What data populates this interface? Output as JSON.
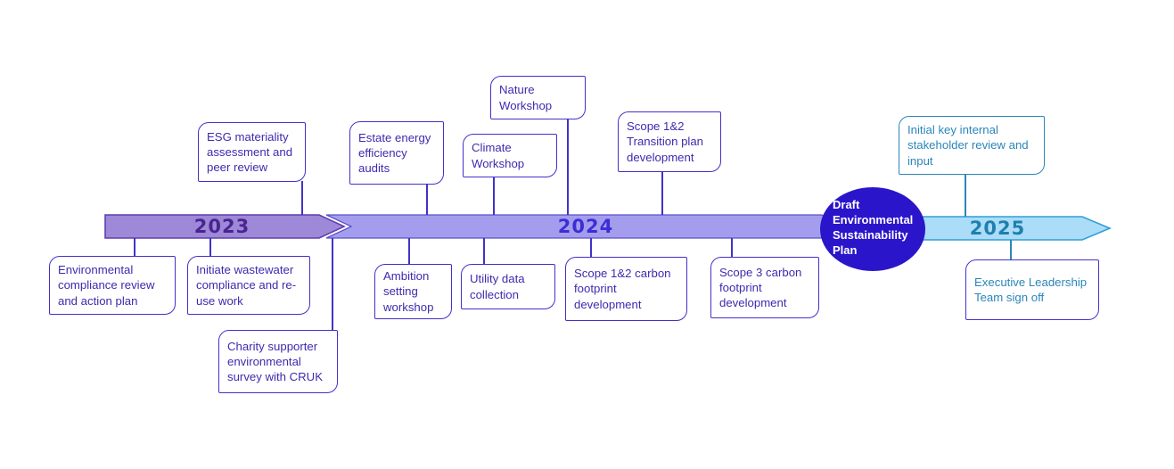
{
  "colors": {
    "background": "#ffffff",
    "indigo_border": "#4231c8",
    "indigo_text": "#3d2bae",
    "teal": "#2b86b8",
    "violet_border": "#4a2fd0",
    "bar_2023_fill": "#9e88d8",
    "bar_2023_border": "#5d3fae",
    "year_2023_text": "#4a2490",
    "bar_2024_fill": "#a49ded",
    "bar_2024_border": "#5a50cc",
    "year_2024_text": "#3c2ed6",
    "bar_2025_fill": "#abddf8",
    "bar_2025_border": "#2f9fd6",
    "year_2025_text": "#1e7fb0",
    "hub_fill": "#2b15cb",
    "hub_text": "#ffffff"
  },
  "timeline": {
    "years": [
      {
        "label": "2023"
      },
      {
        "label": "2024"
      },
      {
        "label": "2025"
      }
    ],
    "hub_label": "Draft Environmental Sustainability Plan"
  },
  "milestones": [
    {
      "label": "ESG materiality assessment and peer review",
      "year": "2023",
      "position": "above"
    },
    {
      "label": "Environmental compliance  review and action plan",
      "year": "2023",
      "position": "below"
    },
    {
      "label": "Initiate wastewater compliance and re-use work",
      "year": "2023",
      "position": "below"
    },
    {
      "label": "Charity supporter environmental survey with CRUK",
      "year": "2023",
      "position": "below"
    },
    {
      "label": "Estate energy efficiency audits",
      "year": "2024",
      "position": "above"
    },
    {
      "label": "Climate Workshop",
      "year": "2024",
      "position": "above"
    },
    {
      "label": "Nature Workshop",
      "year": "2024",
      "position": "above"
    },
    {
      "label": "Scope 1&2 Transition plan development",
      "year": "2024",
      "position": "above"
    },
    {
      "label": "Ambition setting workshop",
      "year": "2024",
      "position": "below"
    },
    {
      "label": "Utility data collection",
      "year": "2024",
      "position": "below"
    },
    {
      "label": "Scope 1&2 carbon footprint development",
      "year": "2024",
      "position": "below"
    },
    {
      "label": "Scope 3 carbon footprint development",
      "year": "2024",
      "position": "below"
    },
    {
      "label": "Initial key internal stakeholder review and input",
      "year": "2025",
      "position": "above"
    },
    {
      "label": "Executive Leadership Team sign off",
      "year": "2025",
      "position": "below"
    }
  ]
}
